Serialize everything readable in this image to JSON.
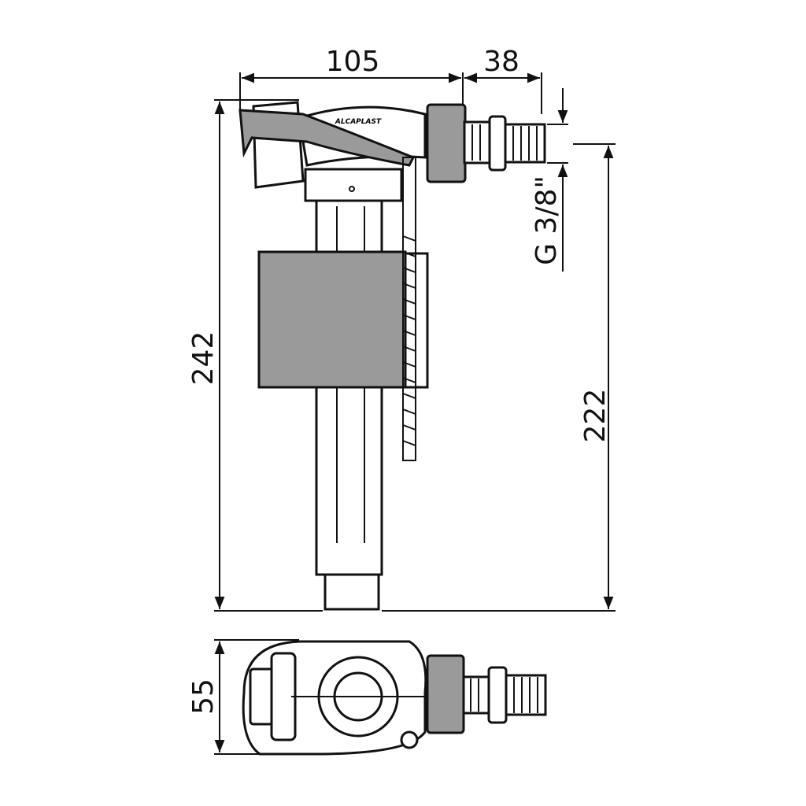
{
  "dimensions": {
    "width_body": "105",
    "width_inlet": "38",
    "height_total": "242",
    "height_inlet": "222",
    "depth": "55",
    "thread": "G 3/8\""
  },
  "logo": "ALCAPLAST",
  "colors": {
    "line": "#111111",
    "float": "#9a9a9a"
  }
}
